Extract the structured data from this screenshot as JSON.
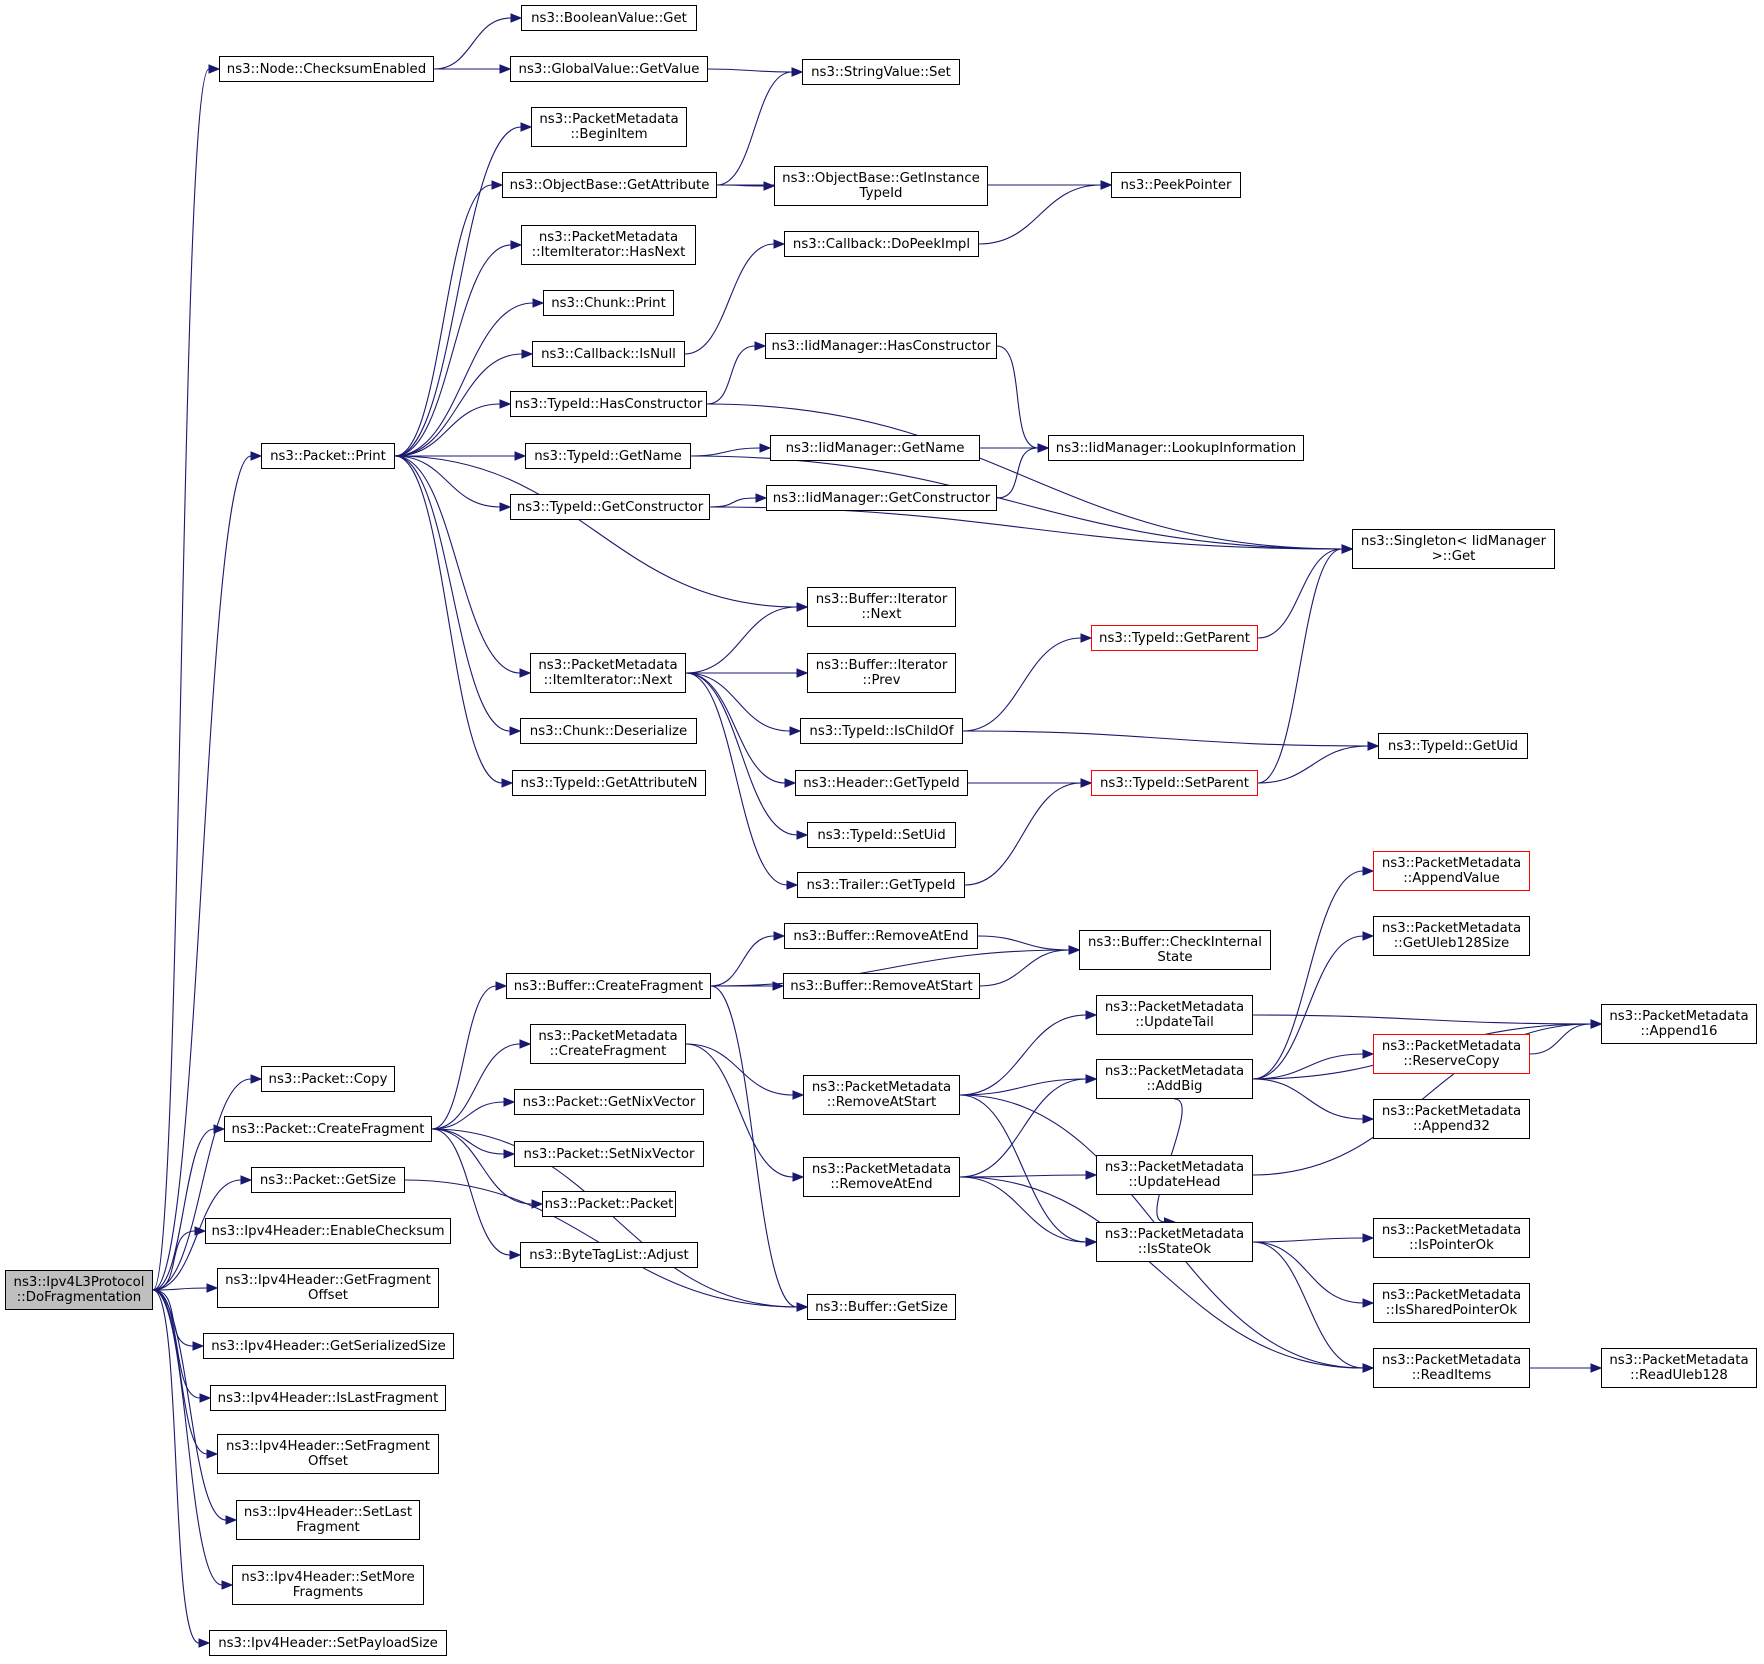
{
  "graph": {
    "edge_color": "#191970",
    "root_fill": "#bfbfbf",
    "truncated_border": "#ff0000",
    "nodes": [
      {
        "id": "root",
        "lines": [
          "ns3::Ipv4L3Protocol",
          "::DoFragmentation"
        ],
        "style": "root"
      },
      {
        "id": "booleanvalue-get",
        "lines": [
          "ns3::BooleanValue::Get"
        ]
      },
      {
        "id": "node-checksumenabled",
        "lines": [
          "ns3::Node::ChecksumEnabled"
        ]
      },
      {
        "id": "globalvalue-getvalue",
        "lines": [
          "ns3::GlobalValue::GetValue"
        ]
      },
      {
        "id": "stringvalue-set",
        "lines": [
          "ns3::StringValue::Set"
        ]
      },
      {
        "id": "packetmetadata-beginitem",
        "lines": [
          "ns3::PacketMetadata",
          "::BeginItem"
        ]
      },
      {
        "id": "objectbase-getattribute",
        "lines": [
          "ns3::ObjectBase::GetAttribute"
        ]
      },
      {
        "id": "objectbase-getinstancetypeid",
        "lines": [
          "ns3::ObjectBase::GetInstance",
          "TypeId"
        ]
      },
      {
        "id": "peekpointer",
        "lines": [
          "ns3::PeekPointer"
        ]
      },
      {
        "id": "itemiterator-hasnext",
        "lines": [
          "ns3::PacketMetadata",
          "::ItemIterator::HasNext"
        ]
      },
      {
        "id": "callback-dopeekimpl",
        "lines": [
          "ns3::Callback::DoPeekImpl"
        ]
      },
      {
        "id": "chunk-print",
        "lines": [
          "ns3::Chunk::Print"
        ]
      },
      {
        "id": "callback-isnull",
        "lines": [
          "ns3::Callback::IsNull"
        ]
      },
      {
        "id": "iidmanager-hasconstructor",
        "lines": [
          "ns3::IidManager::HasConstructor"
        ]
      },
      {
        "id": "typeid-hasconstructor",
        "lines": [
          "ns3::TypeId::HasConstructor"
        ]
      },
      {
        "id": "packet-print",
        "lines": [
          "ns3::Packet::Print"
        ]
      },
      {
        "id": "typeid-getname",
        "lines": [
          "ns3::TypeId::GetName"
        ]
      },
      {
        "id": "iidmanager-getname",
        "lines": [
          "ns3::IidManager::GetName"
        ]
      },
      {
        "id": "iidmanager-lookupinformation",
        "lines": [
          "ns3::IidManager::LookupInformation"
        ]
      },
      {
        "id": "typeid-getconstructor",
        "lines": [
          "ns3::TypeId::GetConstructor"
        ]
      },
      {
        "id": "iidmanager-getconstructor",
        "lines": [
          "ns3::IidManager::GetConstructor"
        ]
      },
      {
        "id": "singleton-get",
        "lines": [
          "ns3::Singleton< IidManager",
          " >::Get"
        ]
      },
      {
        "id": "buffer-iterator-next",
        "lines": [
          "ns3::Buffer::Iterator",
          "::Next"
        ]
      },
      {
        "id": "typeid-getparent",
        "lines": [
          "ns3::TypeId::GetParent"
        ],
        "style": "red"
      },
      {
        "id": "itemiterator-next",
        "lines": [
          "ns3::PacketMetadata",
          "::ItemIterator::Next"
        ]
      },
      {
        "id": "buffer-iterator-prev",
        "lines": [
          "ns3::Buffer::Iterator",
          "::Prev"
        ]
      },
      {
        "id": "chunk-deserialize",
        "lines": [
          "ns3::Chunk::Deserialize"
        ]
      },
      {
        "id": "typeid-ischildof",
        "lines": [
          "ns3::TypeId::IsChildOf"
        ]
      },
      {
        "id": "typeid-getuid",
        "lines": [
          "ns3::TypeId::GetUid"
        ]
      },
      {
        "id": "typeid-getattributen",
        "lines": [
          "ns3::TypeId::GetAttributeN"
        ]
      },
      {
        "id": "header-gettypeid",
        "lines": [
          "ns3::Header::GetTypeId"
        ]
      },
      {
        "id": "typeid-setparent",
        "lines": [
          "ns3::TypeId::SetParent"
        ],
        "style": "red"
      },
      {
        "id": "typeid-setuid",
        "lines": [
          "ns3::TypeId::SetUid"
        ]
      },
      {
        "id": "trailer-gettypeid",
        "lines": [
          "ns3::Trailer::GetTypeId"
        ]
      },
      {
        "id": "pm-appendvalue",
        "lines": [
          "ns3::PacketMetadata",
          "::AppendValue"
        ],
        "style": "red"
      },
      {
        "id": "buffer-removeatend",
        "lines": [
          "ns3::Buffer::RemoveAtEnd"
        ]
      },
      {
        "id": "buffer-checkinternalstate",
        "lines": [
          "ns3::Buffer::CheckInternal",
          "State"
        ]
      },
      {
        "id": "pm-getuleb128size",
        "lines": [
          "ns3::PacketMetadata",
          "::GetUleb128Size"
        ]
      },
      {
        "id": "buffer-createfragment",
        "lines": [
          "ns3::Buffer::CreateFragment"
        ]
      },
      {
        "id": "buffer-removeatstart",
        "lines": [
          "ns3::Buffer::RemoveAtStart"
        ]
      },
      {
        "id": "pm-updatetail",
        "lines": [
          "ns3::PacketMetadata",
          "::UpdateTail"
        ]
      },
      {
        "id": "pm-append16",
        "lines": [
          "ns3::PacketMetadata",
          "::Append16"
        ]
      },
      {
        "id": "pm-createfragment",
        "lines": [
          "ns3::PacketMetadata",
          "::CreateFragment"
        ]
      },
      {
        "id": "pm-reservecopy",
        "lines": [
          "ns3::PacketMetadata",
          "::ReserveCopy"
        ],
        "style": "red"
      },
      {
        "id": "packet-copy",
        "lines": [
          "ns3::Packet::Copy"
        ]
      },
      {
        "id": "pm-addbig",
        "lines": [
          "ns3::PacketMetadata",
          "::AddBig"
        ]
      },
      {
        "id": "pm-removeatstart",
        "lines": [
          "ns3::PacketMetadata",
          "::RemoveAtStart"
        ]
      },
      {
        "id": "packet-getnixvector",
        "lines": [
          "ns3::Packet::GetNixVector"
        ]
      },
      {
        "id": "packet-createfragment",
        "lines": [
          "ns3::Packet::CreateFragment"
        ]
      },
      {
        "id": "pm-append32",
        "lines": [
          "ns3::PacketMetadata",
          "::Append32"
        ]
      },
      {
        "id": "packet-setnixvector",
        "lines": [
          "ns3::Packet::SetNixVector"
        ]
      },
      {
        "id": "packet-getsize",
        "lines": [
          "ns3::Packet::GetSize"
        ]
      },
      {
        "id": "pm-removeatend",
        "lines": [
          "ns3::PacketMetadata",
          "::RemoveAtEnd"
        ]
      },
      {
        "id": "pm-updatehead",
        "lines": [
          "ns3::PacketMetadata",
          "::UpdateHead"
        ]
      },
      {
        "id": "packet-packet",
        "lines": [
          "ns3::Packet::Packet"
        ]
      },
      {
        "id": "ipv4header-enablechecksum",
        "lines": [
          "ns3::Ipv4Header::EnableChecksum"
        ]
      },
      {
        "id": "pm-isstateok",
        "lines": [
          "ns3::PacketMetadata",
          "::IsStateOk"
        ]
      },
      {
        "id": "pm-ispointerok",
        "lines": [
          "ns3::PacketMetadata",
          "::IsPointerOk"
        ]
      },
      {
        "id": "bytetaglist-adjust",
        "lines": [
          "ns3::ByteTagList::Adjust"
        ]
      },
      {
        "id": "ipv4header-getfragmentoffset",
        "lines": [
          "ns3::Ipv4Header::GetFragment",
          "Offset"
        ]
      },
      {
        "id": "pm-issharedpointerok",
        "lines": [
          "ns3::PacketMetadata",
          "::IsSharedPointerOk"
        ]
      },
      {
        "id": "buffer-getsize",
        "lines": [
          "ns3::Buffer::GetSize"
        ]
      },
      {
        "id": "ipv4header-getserializedsize",
        "lines": [
          "ns3::Ipv4Header::GetSerializedSize"
        ]
      },
      {
        "id": "pm-readitems",
        "lines": [
          "ns3::PacketMetadata",
          "::ReadItems"
        ]
      },
      {
        "id": "pm-readuleb128",
        "lines": [
          "ns3::PacketMetadata",
          "::ReadUleb128"
        ]
      },
      {
        "id": "ipv4header-islastfragment",
        "lines": [
          "ns3::Ipv4Header::IsLastFragment"
        ]
      },
      {
        "id": "ipv4header-setfragmentoffset",
        "lines": [
          "ns3::Ipv4Header::SetFragment",
          "Offset"
        ]
      },
      {
        "id": "ipv4header-setlastfragment",
        "lines": [
          "ns3::Ipv4Header::SetLast",
          "Fragment"
        ]
      },
      {
        "id": "ipv4header-setmorefragments",
        "lines": [
          "ns3::Ipv4Header::SetMore",
          "Fragments"
        ]
      },
      {
        "id": "ipv4header-setpayloadsize",
        "lines": [
          "ns3::Ipv4Header::SetPayloadSize"
        ]
      }
    ],
    "edges": [
      [
        "root",
        "node-checksumenabled"
      ],
      [
        "root",
        "packet-print"
      ],
      [
        "root",
        "packet-copy"
      ],
      [
        "root",
        "packet-createfragment"
      ],
      [
        "root",
        "packet-getsize"
      ],
      [
        "root",
        "ipv4header-enablechecksum"
      ],
      [
        "root",
        "ipv4header-getfragmentoffset"
      ],
      [
        "root",
        "ipv4header-getserializedsize"
      ],
      [
        "root",
        "ipv4header-islastfragment"
      ],
      [
        "root",
        "ipv4header-setfragmentoffset"
      ],
      [
        "root",
        "ipv4header-setlastfragment"
      ],
      [
        "root",
        "ipv4header-setmorefragments"
      ],
      [
        "root",
        "ipv4header-setpayloadsize"
      ],
      [
        "node-checksumenabled",
        "booleanvalue-get"
      ],
      [
        "node-checksumenabled",
        "globalvalue-getvalue"
      ],
      [
        "globalvalue-getvalue",
        "stringvalue-set"
      ],
      [
        "packet-print",
        "packetmetadata-beginitem"
      ],
      [
        "packet-print",
        "objectbase-getattribute"
      ],
      [
        "packet-print",
        "itemiterator-hasnext"
      ],
      [
        "packet-print",
        "chunk-print"
      ],
      [
        "packet-print",
        "callback-isnull"
      ],
      [
        "packet-print",
        "typeid-hasconstructor"
      ],
      [
        "packet-print",
        "typeid-getname"
      ],
      [
        "packet-print",
        "typeid-getconstructor"
      ],
      [
        "packet-print",
        "buffer-iterator-next"
      ],
      [
        "packet-print",
        "itemiterator-next"
      ],
      [
        "packet-print",
        "chunk-deserialize"
      ],
      [
        "packet-print",
        "typeid-getattributen"
      ],
      [
        "objectbase-getattribute",
        "stringvalue-set"
      ],
      [
        "objectbase-getattribute",
        "peekpointer"
      ],
      [
        "objectbase-getattribute",
        "objectbase-getinstancetypeid"
      ],
      [
        "callback-isnull",
        "callback-dopeekimpl"
      ],
      [
        "callback-dopeekimpl",
        "peekpointer"
      ],
      [
        "typeid-hasconstructor",
        "iidmanager-hasconstructor"
      ],
      [
        "typeid-hasconstructor",
        "singleton-get"
      ],
      [
        "iidmanager-hasconstructor",
        "iidmanager-lookupinformation"
      ],
      [
        "typeid-getname",
        "iidmanager-getname"
      ],
      [
        "typeid-getname",
        "singleton-get"
      ],
      [
        "iidmanager-getname",
        "iidmanager-lookupinformation"
      ],
      [
        "typeid-getconstructor",
        "iidmanager-getconstructor"
      ],
      [
        "typeid-getconstructor",
        "singleton-get"
      ],
      [
        "iidmanager-getconstructor",
        "iidmanager-lookupinformation"
      ],
      [
        "itemiterator-next",
        "buffer-iterator-next"
      ],
      [
        "itemiterator-next",
        "buffer-iterator-prev"
      ],
      [
        "itemiterator-next",
        "typeid-ischildof"
      ],
      [
        "itemiterator-next",
        "header-gettypeid"
      ],
      [
        "itemiterator-next",
        "typeid-setuid"
      ],
      [
        "itemiterator-next",
        "trailer-gettypeid"
      ],
      [
        "typeid-ischildof",
        "typeid-getparent"
      ],
      [
        "typeid-ischildof",
        "typeid-getuid"
      ],
      [
        "typeid-getparent",
        "singleton-get"
      ],
      [
        "header-gettypeid",
        "typeid-setparent"
      ],
      [
        "trailer-gettypeid",
        "typeid-setparent"
      ],
      [
        "typeid-setparent",
        "typeid-getuid"
      ],
      [
        "typeid-setparent",
        "singleton-get"
      ],
      [
        "packet-createfragment",
        "buffer-createfragment"
      ],
      [
        "packet-createfragment",
        "pm-createfragment"
      ],
      [
        "packet-createfragment",
        "packet-getnixvector"
      ],
      [
        "packet-createfragment",
        "packet-setnixvector"
      ],
      [
        "packet-createfragment",
        "packet-packet"
      ],
      [
        "packet-createfragment",
        "bytetaglist-adjust"
      ],
      [
        "packet-createfragment",
        "buffer-getsize"
      ],
      [
        "packet-getsize",
        "buffer-getsize"
      ],
      [
        "buffer-createfragment",
        "buffer-removeatend"
      ],
      [
        "buffer-createfragment",
        "buffer-removeatstart"
      ],
      [
        "buffer-createfragment",
        "buffer-checkinternalstate"
      ],
      [
        "buffer-createfragment",
        "buffer-getsize"
      ],
      [
        "buffer-removeatend",
        "buffer-checkinternalstate"
      ],
      [
        "buffer-removeatstart",
        "buffer-checkinternalstate"
      ],
      [
        "pm-createfragment",
        "pm-removeatstart"
      ],
      [
        "pm-createfragment",
        "pm-removeatend"
      ],
      [
        "pm-removeatstart",
        "pm-updatetail"
      ],
      [
        "pm-removeatstart",
        "pm-addbig"
      ],
      [
        "pm-removeatstart",
        "pm-isstateok"
      ],
      [
        "pm-removeatstart",
        "pm-readitems"
      ],
      [
        "pm-removeatend",
        "pm-addbig"
      ],
      [
        "pm-removeatend",
        "pm-updatehead"
      ],
      [
        "pm-removeatend",
        "pm-isstateok"
      ],
      [
        "pm-removeatend",
        "pm-readitems"
      ],
      [
        "pm-updatetail",
        "pm-append16"
      ],
      [
        "pm-updatehead",
        "pm-append16"
      ],
      [
        "pm-addbig",
        "pm-appendvalue"
      ],
      [
        "pm-addbig",
        "pm-getuleb128size"
      ],
      [
        "pm-addbig",
        "pm-append16"
      ],
      [
        "pm-addbig",
        "pm-reservecopy"
      ],
      [
        "pm-addbig",
        "pm-append32"
      ],
      [
        "pm-addbig",
        "pm-isstateok"
      ],
      [
        "pm-reservecopy",
        "pm-append16"
      ],
      [
        "pm-isstateok",
        "pm-ispointerok"
      ],
      [
        "pm-isstateok",
        "pm-issharedpointerok"
      ],
      [
        "pm-isstateok",
        "pm-readitems"
      ],
      [
        "pm-readitems",
        "pm-readuleb128"
      ]
    ]
  }
}
